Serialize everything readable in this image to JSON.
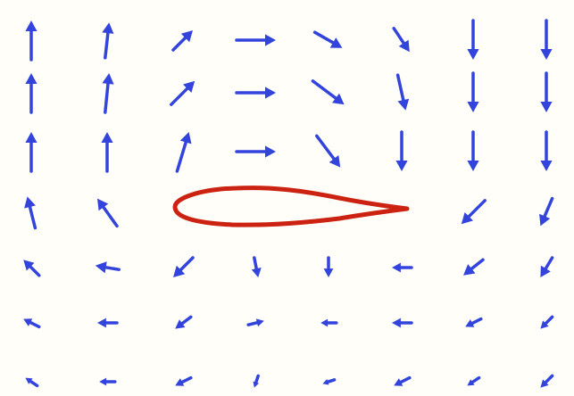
{
  "colors": {
    "background": "#fffef8",
    "vector": "#3344dd",
    "airfoil": "#cc2211"
  },
  "diagram": {
    "type": "vector-field",
    "subject": "airfoil",
    "grid": {
      "columns": 8,
      "rows": 7
    },
    "vectors": [
      [
        [
          0,
          1
        ],
        [
          0.1,
          0.9
        ],
        [
          0.5,
          0.5
        ],
        [
          1,
          0
        ],
        [
          0.7,
          -0.4
        ],
        [
          0.4,
          -0.6
        ],
        [
          0,
          -1
        ],
        [
          0,
          -1
        ]
      ],
      [
        [
          0,
          1
        ],
        [
          0.1,
          1
        ],
        [
          0.6,
          0.6
        ],
        [
          1,
          0
        ],
        [
          0.8,
          -0.6
        ],
        [
          0.2,
          -0.9
        ],
        [
          0,
          -1
        ],
        [
          0,
          -1
        ]
      ],
      [
        [
          0,
          1
        ],
        [
          0,
          1
        ],
        [
          0.3,
          1
        ],
        [
          1,
          0
        ],
        [
          0.6,
          -0.8
        ],
        [
          0,
          -1
        ],
        [
          0,
          -1
        ],
        [
          0,
          -1
        ]
      ],
      [
        [
          -0.2,
          0.8
        ],
        [
          -0.5,
          0.7
        ],
        null,
        null,
        null,
        null,
        [
          -0.6,
          -0.6
        ],
        [
          -0.3,
          -0.7
        ]
      ],
      [
        [
          -0.4,
          0.4
        ],
        [
          -0.6,
          0.1
        ],
        [
          -0.5,
          -0.5
        ],
        [
          0.1,
          -0.5
        ],
        [
          0,
          -0.5
        ],
        [
          -0.5,
          0
        ],
        [
          -0.5,
          -0.4
        ],
        [
          -0.3,
          -0.5
        ]
      ],
      [
        [
          -0.4,
          0.2
        ],
        [
          -0.5,
          0
        ],
        [
          -0.4,
          -0.3
        ],
        [
          0.4,
          0.1
        ],
        [
          -0.4,
          0
        ],
        [
          -0.5,
          0
        ],
        [
          -0.4,
          -0.2
        ],
        [
          -0.3,
          -0.3
        ]
      ],
      [
        [
          -0.3,
          0.2
        ],
        [
          -0.4,
          0
        ],
        [
          -0.4,
          -0.2
        ],
        [
          -0.1,
          -0.3
        ],
        [
          -0.3,
          -0.1
        ],
        [
          -0.4,
          -0.2
        ],
        [
          -0.3,
          -0.2
        ],
        [
          -0.3,
          -0.3
        ]
      ]
    ]
  }
}
